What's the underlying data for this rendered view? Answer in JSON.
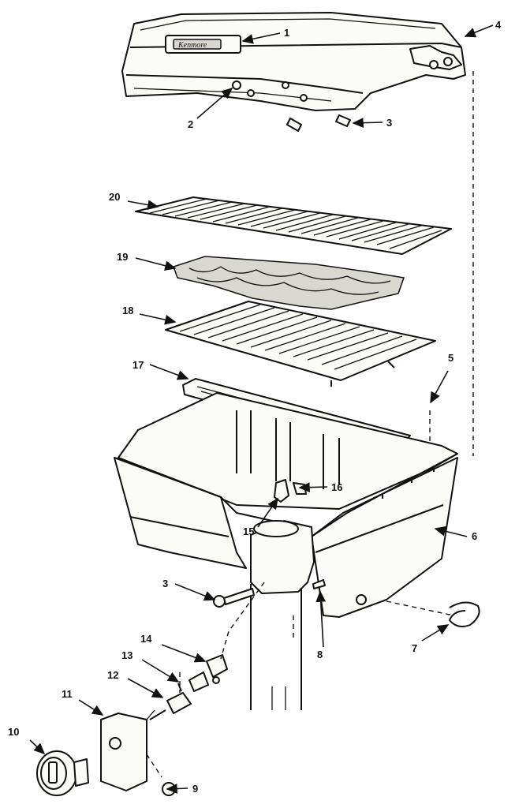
{
  "diagram": {
    "callouts": {
      "c1": "1",
      "c2": "2",
      "c3a": "3",
      "c3b": "3",
      "c4": "4",
      "c5": "5",
      "c6": "6",
      "c7": "7",
      "c8": "8",
      "c9": "9",
      "c10": "10",
      "c11": "11",
      "c12": "12",
      "c13": "13",
      "c14": "14",
      "c15": "15",
      "c16": "16",
      "c17": "17",
      "c18": "18",
      "c19": "19",
      "c20": "20"
    }
  }
}
